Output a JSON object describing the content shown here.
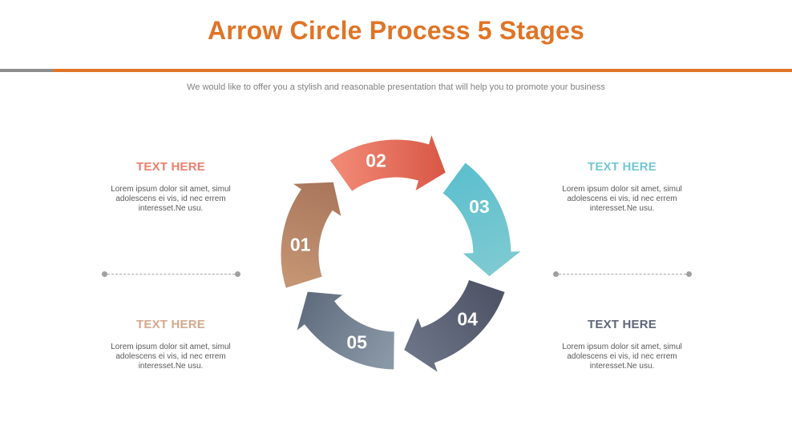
{
  "title": "Arrow Circle Process 5 Stages",
  "subtitle": "We would like to offer you a stylish and reasonable presentation that will help you to promote your business",
  "stages": [
    {
      "number": "01",
      "color_start": "#c49473",
      "color_end": "#a8755a"
    },
    {
      "number": "02",
      "color_start": "#f08874",
      "color_end": "#d85645"
    },
    {
      "number": "03",
      "color_start": "#5ec0cd",
      "color_end": "#7fcad2"
    },
    {
      "number": "04",
      "color_start": "#4f5567",
      "color_end": "#6d7588"
    },
    {
      "number": "05",
      "color_start": "#8a98a6",
      "color_end": "#5d6b7d"
    }
  ],
  "blocks": {
    "top_left": {
      "heading": "TEXT HERE",
      "color": "#ee7e6d",
      "body": [
        "Lorem ipsum dolor sit amet, simul",
        "adolescens ei vis, id nec errem",
        "interesset.Ne usu."
      ]
    },
    "top_right": {
      "heading": "TEXT HERE",
      "color": "#74c7d2",
      "body": [
        "Lorem ipsum dolor sit amet, simul",
        "adolescens ei vis, id nec errem",
        "interesset.Ne usu."
      ]
    },
    "bottom_left": {
      "heading": "TEXT HERE",
      "color": "#d3a98c",
      "body": [
        "Lorem ipsum dolor sit amet, simul",
        "adolescens ei vis, id nec errem",
        "interesset.Ne usu."
      ]
    },
    "bottom_right": {
      "heading": "TEXT HERE",
      "color": "#5f6779",
      "body": [
        "Lorem ipsum dolor sit amet, simul",
        "adolescens ei vis, id nec errem",
        "interesset.Ne usu."
      ]
    }
  },
  "colors": {
    "title": "#e07426",
    "rule_gray": "#8c8c8c",
    "rule_orange": "#e07426",
    "subtitle": "#7f7f7f",
    "separator": "#a6a6a6"
  }
}
